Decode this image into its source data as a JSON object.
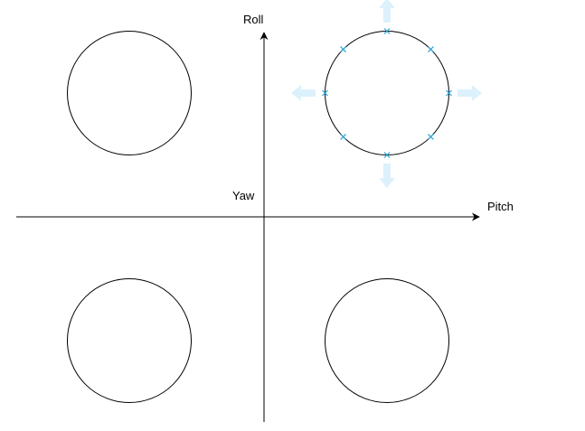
{
  "diagram": {
    "labels": {
      "roll": "Roll",
      "pitch": "Pitch",
      "yaw": "Yaw"
    },
    "colors": {
      "stroke": "#000000",
      "selection_handle": "#29a3d6",
      "connection_arrow": "#dcf1fb",
      "background": "#ffffff"
    },
    "shapes": [
      {
        "type": "circle",
        "quadrant": "top-left",
        "selected": false
      },
      {
        "type": "circle",
        "quadrant": "top-right",
        "selected": true
      },
      {
        "type": "circle",
        "quadrant": "bottom-left",
        "selected": false
      },
      {
        "type": "circle",
        "quadrant": "bottom-right",
        "selected": false
      }
    ]
  }
}
